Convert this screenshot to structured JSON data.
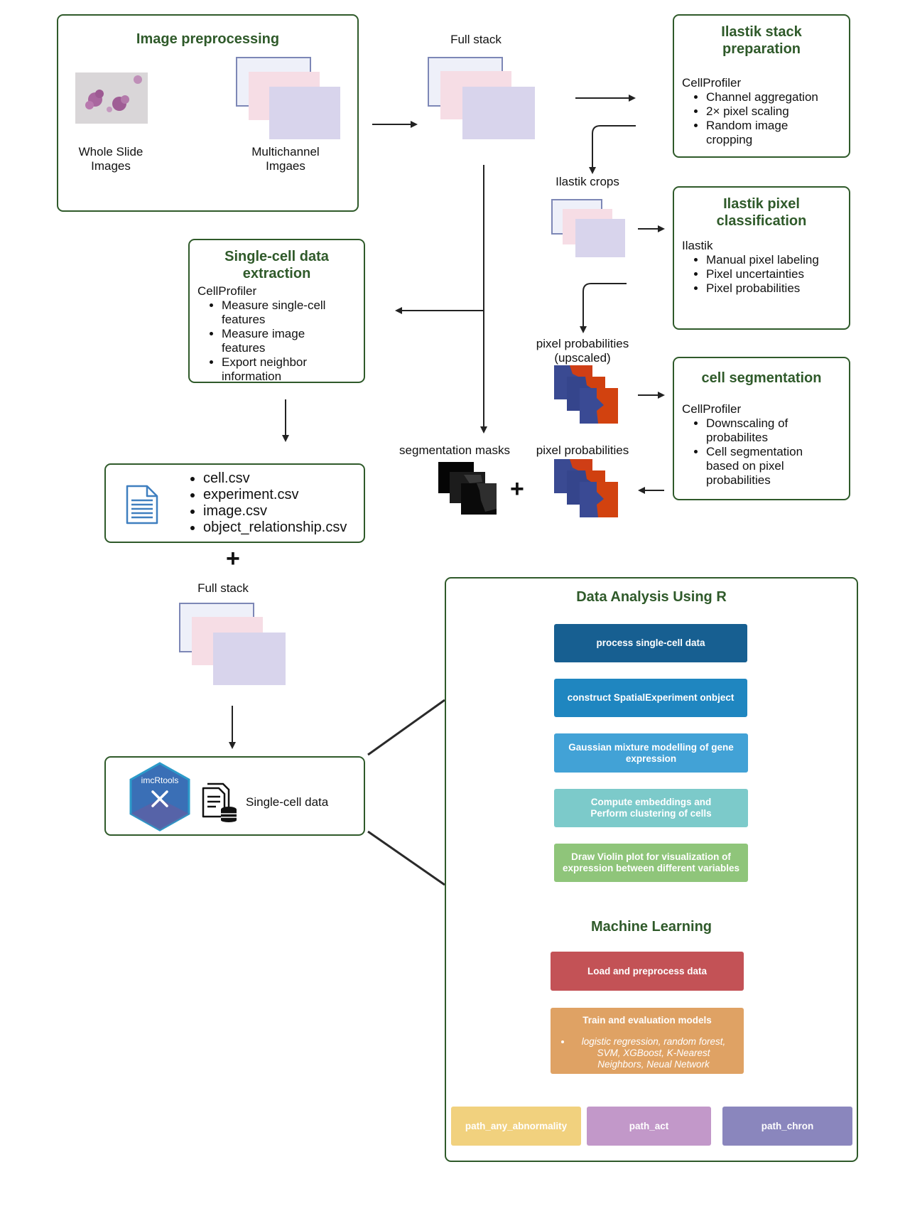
{
  "colors": {
    "box_border": "#2f5a2a",
    "title_green": "#2f5a2a",
    "flow_1": "#175f91",
    "flow_2": "#1f86c0",
    "flow_3": "#42a2d6",
    "flow_4": "#7ccaca",
    "flow_5": "#8fc57a",
    "ml_load": "#c35256",
    "ml_train": "#dfa264",
    "out_1": "#f1d17e",
    "out_2": "#c298c9",
    "out_3": "#8a86bd"
  },
  "preprocessing": {
    "title": "Image preprocessing",
    "wsi_label": "Whole Slide\nImages",
    "multichannel_label": "Multichannel\nImgaes"
  },
  "full_stack_label": "Full stack",
  "ilastik_stack": {
    "title": "Ilastik stack\npreparation",
    "tool": "CellProfiler",
    "items": [
      "Channel aggregation",
      "2× pixel scaling",
      "Random image\ncropping"
    ]
  },
  "ilastik_crops_label": "Ilastik crops",
  "ilastik_pixel": {
    "title": "Ilastik pixel\nclassification",
    "tool": "Ilastik",
    "items": [
      "Manual pixel labeling",
      "Pixel uncertainties",
      "Pixel probabilities"
    ]
  },
  "pixel_prob_upscaled_label": "pixel probabilities\n(upscaled)",
  "cell_segmentation": {
    "title": "cell segmentation",
    "tool": "CellProfiler",
    "items": [
      "Downscaling of\nprobabilites",
      "Cell segmentation\nbased on pixel\nprobabilities"
    ]
  },
  "segmentation_masks_label": "segmentation masks",
  "pixel_prob_label": "pixel probabilities",
  "single_cell_extraction": {
    "title": "Single-cell data\nextraction",
    "tool": "CellProfiler",
    "items": [
      "Measure single-cell\nfeatures",
      "Measure image\nfeatures",
      "Export neighbor\ninformation"
    ]
  },
  "csv_files": [
    "cell.csv",
    "experiment.csv",
    "image.csv",
    "object_relationship.csv"
  ],
  "full_stack_label_2": "Full stack",
  "imcrtools_logo_text": "imcRtools",
  "single_cell_data_label": "Single-cell data",
  "data_analysis": {
    "title": "Data Analysis Using R",
    "steps": [
      "process single-cell data",
      "construct SpatialExperiment onbject",
      "Gaussian mixture modelling of gene\nexpression",
      "Compute embeddings and\nPerform clustering of cells",
      "Draw Violin plot for visualization of\nexpression between different variables"
    ]
  },
  "machine_learning": {
    "title": "Machine Learning",
    "load": "Load and preprocess data",
    "train": "Train and evaluation models",
    "models": "logistic regression, random forest,\nSVM, XGBoost, K-Nearest\nNeighbors, Neual Network",
    "outputs": [
      "path_any_abnormality",
      "path_act",
      "path_chron"
    ]
  }
}
